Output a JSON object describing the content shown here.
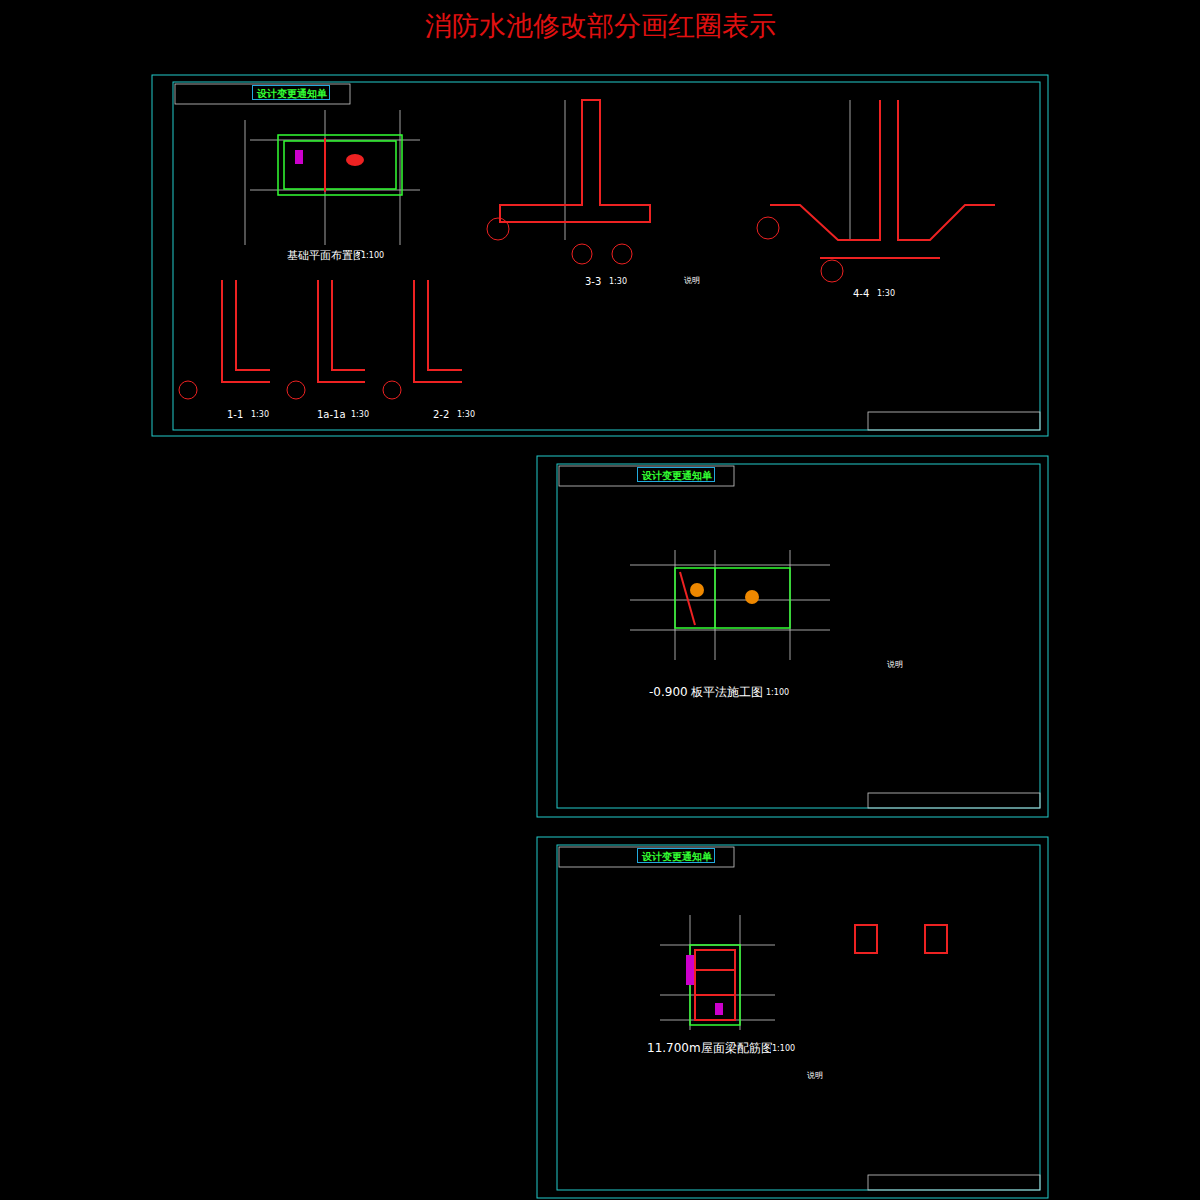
{
  "diagram": {
    "title": "消防水池修改部分画红圈表示",
    "nodes": [
      {
        "text": [
          "设计变更通知单"
        ]
      },
      {
        "text": [
          "设计变更通知单"
        ]
      },
      {
        "text": [
          "设计变更通知单"
        ]
      }
    ],
    "labels": [
      "基础平面布置图",
      "1:100",
      "3-3",
      "1:30",
      "4-4",
      "1:30",
      "1-1",
      "1:30",
      "1a-1a",
      "1:30",
      "2-2",
      "1:30",
      "说明",
      "-0.900 板平法施工图",
      "1:100",
      "说明",
      "11.700m屋面梁配筋图",
      "1:100",
      "说明"
    ]
  }
}
